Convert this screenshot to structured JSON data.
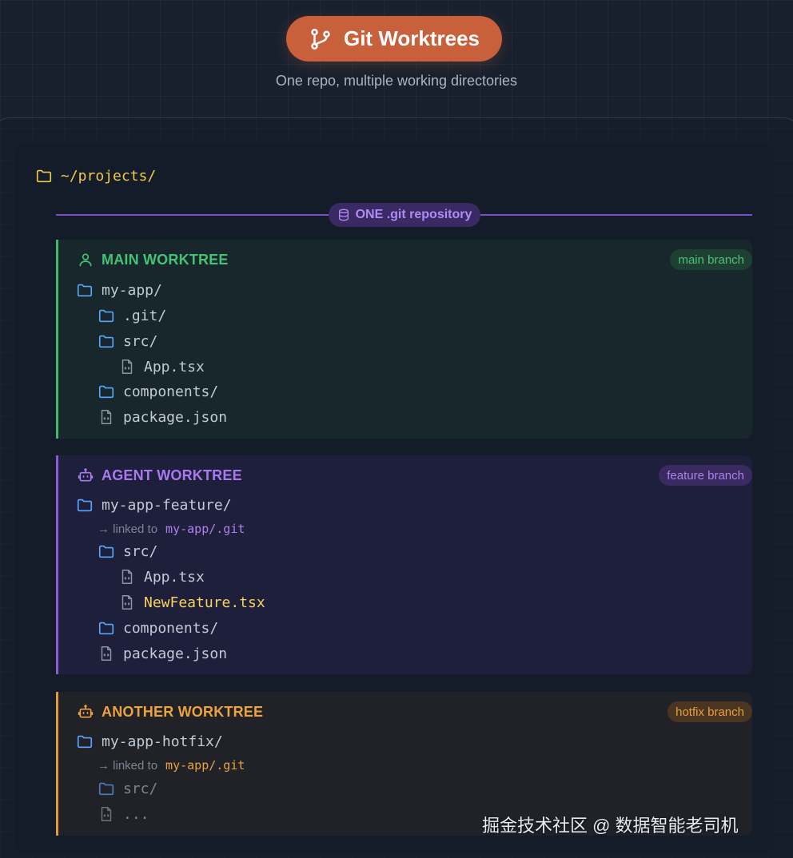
{
  "header": {
    "title": "Git Worktrees",
    "title_icon": "git-branch-icon",
    "subtitle": "One repo, multiple working directories",
    "accent_color": "#c8603b"
  },
  "root": {
    "path": "~/projects/",
    "icon": "folder-icon"
  },
  "repository": {
    "label": "ONE .git repository",
    "icon": "database-icon",
    "color": "#8b5cd6"
  },
  "worktrees": [
    {
      "title": "MAIN WORKTREE",
      "icon": "user-icon",
      "badge": "main branch",
      "color": "#3fb96e",
      "folder": "my-app/",
      "items": [
        ".git/",
        "src/",
        "App.tsx",
        "components/",
        "package.json"
      ]
    },
    {
      "title": "AGENT WORKTREE",
      "icon": "bot-icon",
      "badge": "feature branch",
      "color": "#8b5cd6",
      "folder": "my-app-feature/",
      "linked_prefix": "→ linked to",
      "linked_target": "my-app/.git",
      "items": [
        "src/",
        "App.tsx",
        "NewFeature.tsx",
        "components/",
        "package.json"
      ]
    },
    {
      "title": "ANOTHER WORKTREE",
      "icon": "bot-icon",
      "badge": "hotfix branch",
      "color": "#e29a3a",
      "folder": "my-app-hotfix/",
      "linked_prefix": "→ linked to",
      "linked_target": "my-app/.git",
      "items": [
        "src/",
        "..."
      ]
    }
  ],
  "watermark": "掘金技术社区 @ 数据智能老司机"
}
